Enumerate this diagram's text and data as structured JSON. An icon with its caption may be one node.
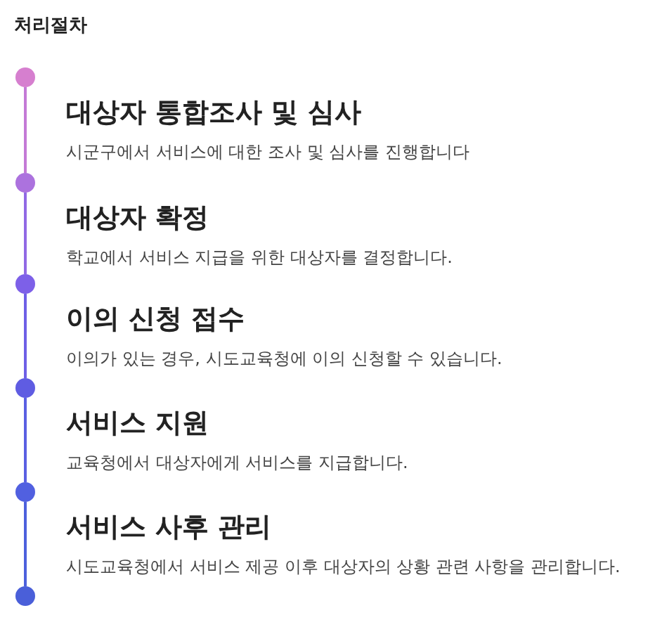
{
  "diagram": {
    "title": "처리절차",
    "nodes": [
      {
        "text": [],
        "shape": "circle",
        "beside": [
          "대상자 통합조사 및 심사",
          "시군구에서 서비스에 대한 조사 및 심사를 진행합니다"
        ]
      },
      {
        "text": [],
        "shape": "circle",
        "beside": [
          "대상자 확정",
          "학교에서 서비스 지급을 위한 대상자를 결정합니다."
        ]
      },
      {
        "text": [],
        "shape": "circle",
        "beside": [
          "이의 신청 접수",
          "이의가 있는 경우, 시도교육청에 이의 신청할 수 있습니다."
        ]
      },
      {
        "text": [],
        "shape": "circle",
        "beside": [
          "서비스 지원",
          "교육청에서 대상자에게 서비스를 지급합니다."
        ]
      },
      {
        "text": [],
        "shape": "circle",
        "beside": [
          "서비스 사후 관리",
          "시도교육청에서 서비스 제공 이후 대상자의 상황 관련 사항을 관리합니다."
        ]
      },
      {
        "text": [],
        "shape": "circle"
      }
    ],
    "edges": [
      {
        "from": 0,
        "to": 1,
        "arrow": "none",
        "color": "#c47ad6"
      },
      {
        "from": 1,
        "to": 2,
        "arrow": "none",
        "color": "#9169e4"
      },
      {
        "from": 2,
        "to": 3,
        "arrow": "none",
        "color": "#6e5fe6"
      },
      {
        "from": 3,
        "to": 4,
        "arrow": "none",
        "color": "#5a5fe2"
      },
      {
        "from": 4,
        "to": 5,
        "arrow": "none",
        "color": "#4d60dc"
      }
    ]
  }
}
